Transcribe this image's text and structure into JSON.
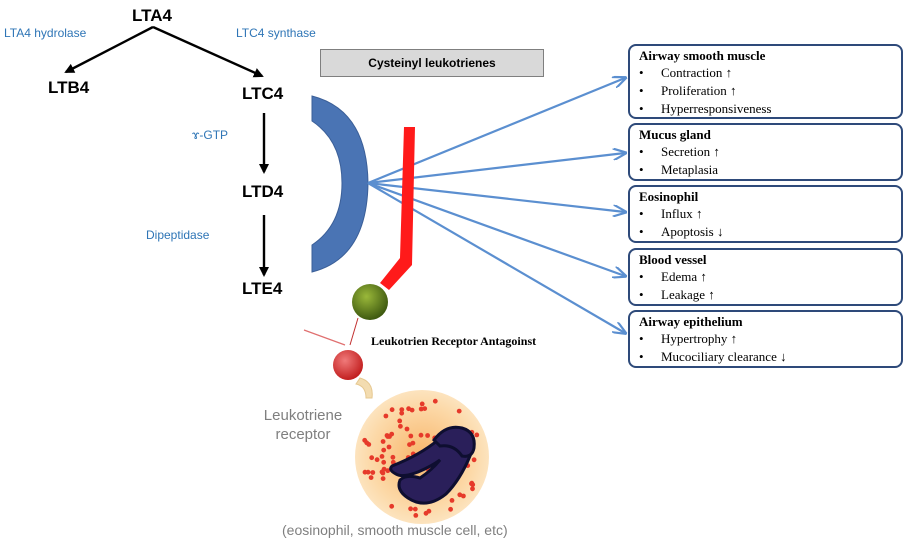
{
  "pathway": {
    "lta4": "LTA4",
    "ltb4": "LTB4",
    "ltc4": "LTC4",
    "ltd4": "LTD4",
    "lte4": "LTE4",
    "enzyme_lta4_hydrolase": "LTA4 hydrolase",
    "enzyme_ltc4_synthase": "LTC4 synthase",
    "enzyme_gtp": "ɤ-GTP",
    "enzyme_dipeptidase": "Dipeptidase"
  },
  "banner": "Cysteinyl leukotrienes",
  "antagonist_label": "Leukotrien Receptor Antagoinst",
  "receptor_label_line1": "Leukotriene",
  "receptor_label_line2": "receptor",
  "caption": "(eosinophil, smooth muscle cell, etc)",
  "effects": [
    {
      "title": "Airway smooth muscle",
      "items": [
        "Contraction ↑",
        "Proliferation ↑",
        "Hyperresponsiveness"
      ]
    },
    {
      "title": "Mucus gland",
      "items": [
        "Secretion ↑",
        "Metaplasia"
      ]
    },
    {
      "title": "Eosinophil",
      "items": [
        "Influx ↑",
        "Apoptosis ↓"
      ]
    },
    {
      "title": "Blood vessel",
      "items": [
        "Edema ↑",
        "Leakage ↑"
      ]
    },
    {
      "title": "Airway epithelium",
      "items": [
        "Hypertrophy ↑",
        "Mucociliary clearance ↓"
      ]
    }
  ],
  "colors": {
    "arrow_blue": "#5b8fd0",
    "crescent_blue": "#4a74b4",
    "antagonist_red": "#ff1a1a",
    "antagonist_ball_green": "#5a7a1a",
    "receptor_ball_red": "#e03535",
    "cell_body": "#fbd9a6",
    "nucleus": "#1a1a5a"
  }
}
